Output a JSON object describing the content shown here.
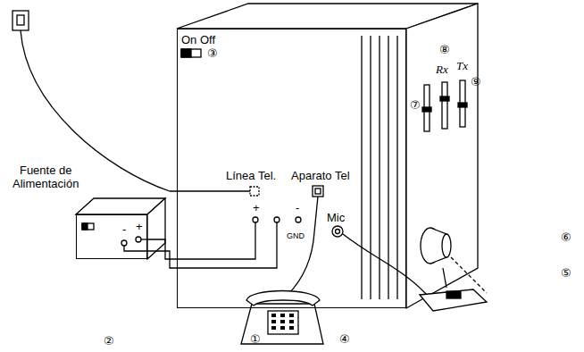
{
  "diagram": {
    "nodes": [
      {
        "text": [
          "On Off",
          "Línea Tel.",
          "Aparato Tel",
          "Mic",
          "+",
          "-",
          "GND"
        ]
      },
      {
        "text": [
          "Fuente de Alimentación",
          "-",
          "+"
        ]
      }
    ],
    "edges": [
      {
        "from": 1,
        "to": 0,
        "arrow": "none"
      },
      {
        "from": 1,
        "to": 0,
        "arrow": "none"
      }
    ],
    "labels": [
      "③",
      "⑦",
      "⑧",
      "⑨",
      "Rx",
      "Tx",
      "⑥",
      "⑤",
      "①",
      "④",
      "②"
    ]
  }
}
